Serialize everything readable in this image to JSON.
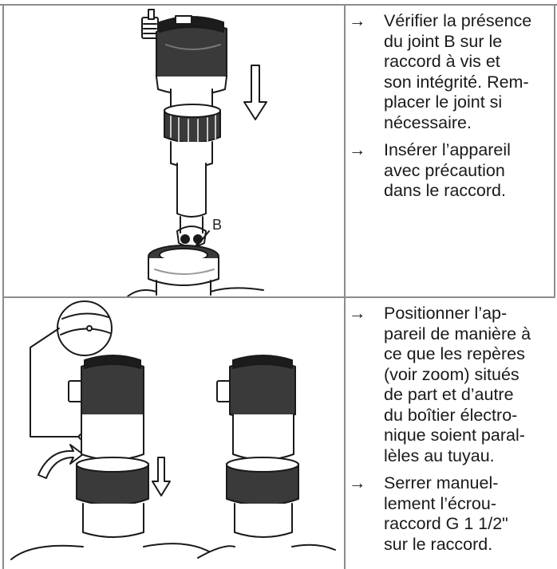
{
  "section_top": {
    "callout_label": "B",
    "steps": [
      {
        "arrow": "→",
        "text": "Vérifier la présence\ndu joint B sur le\nraccord à vis et\nson intégrité. Rem-\nplacer le joint si\nnécessaire."
      },
      {
        "arrow": "→",
        "text": "Insérer l’appareil\navec précaution\ndans le raccord."
      }
    ]
  },
  "section_bottom": {
    "steps": [
      {
        "arrow": "→",
        "text": "Positionner l’ap-\npareil de manière à\nce que les repères\n(voir zoom) situés\nde part et d’autre\ndu boîtier électro-\nnique soient paral-\nlèles au tuyau."
      },
      {
        "arrow": "→",
        "text": "Serrer manuel-\nlement l’écrou-\nraccord G 1 1/2\"\nsur le raccord."
      }
    ]
  }
}
